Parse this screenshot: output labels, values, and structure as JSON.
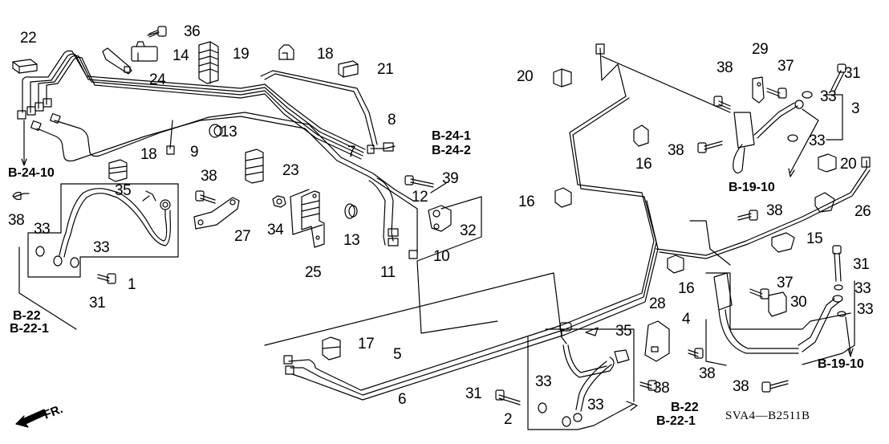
{
  "diagram": {
    "title_code": "SVA4—B2511B",
    "direction_label": "FR.",
    "callouts": {
      "c1": "1",
      "c2": "2",
      "c3": "3",
      "c4": "4",
      "c5": "5",
      "c6": "6",
      "c7": "7",
      "c8": "8",
      "c9": "9",
      "c10": "10",
      "c11": "11",
      "c12": "12",
      "c13a": "13",
      "c13b": "13",
      "c14": "14",
      "c15": "15",
      "c16a": "16",
      "c16b": "16",
      "c16c": "16",
      "c17": "17",
      "c18a": "18",
      "c18b": "18",
      "c19": "19",
      "c20a": "20",
      "c20b": "20",
      "c21": "21",
      "c22": "22",
      "c23": "23",
      "c24": "24",
      "c25": "25",
      "c26": "26",
      "c27": "27",
      "c28": "28",
      "c29": "29",
      "c30": "30",
      "c31a": "31",
      "c31b": "31",
      "c31c": "31",
      "c31d": "31",
      "c32": "32",
      "c33a": "33",
      "c33b": "33",
      "c33c": "33",
      "c33d": "33",
      "c33e": "33",
      "c33f": "33",
      "c33g": "33",
      "c33h": "33",
      "c34": "34",
      "c35a": "35",
      "c35b": "35",
      "c36": "36",
      "c37a": "37",
      "c37b": "37",
      "c38a": "38",
      "c38b": "38",
      "c38c": "38",
      "c38d": "38",
      "c38e": "38",
      "c38f": "38",
      "c38g": "38",
      "c38h": "38",
      "c39": "39"
    },
    "references": {
      "r_b2410": "B-24-10",
      "r_b241": "B-24-1",
      "r_b242": "B-24-2",
      "r_b1910a": "B-19-10",
      "r_b1910b": "B-19-10",
      "r_b22a": "B-22",
      "r_b221a": "B-22-1",
      "r_b22b": "B-22",
      "r_b221b": "B-22-1"
    }
  }
}
